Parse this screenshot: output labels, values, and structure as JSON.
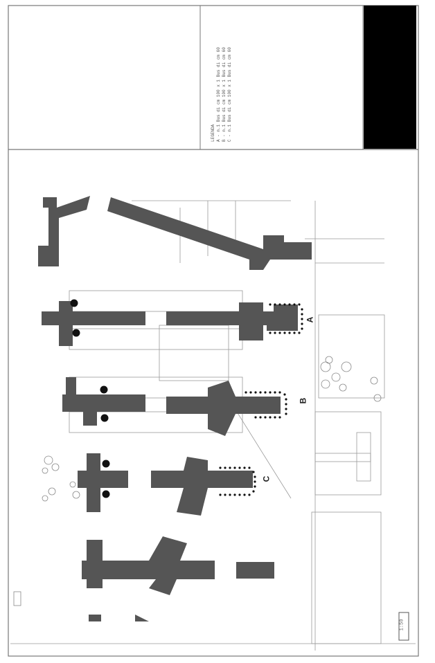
{
  "plan": {
    "labels": {
      "a": "A",
      "b": "B",
      "c": "C"
    },
    "legend": {
      "heading": "LEGENDA",
      "rows": [
        "A - n.1 Bus di cm 100 x 1 Bus di cm 60",
        "B - n.1 Bus di cm 100 x 1 Bus di cm 60",
        "C - n.1 Bus di cm 100 x 1 Bus di cm 60"
      ]
    },
    "corner_tag": "1:50",
    "colors": {
      "ink": "#555555",
      "dark": "#111111",
      "line": "#8a8a8a",
      "paper": "#ffffff",
      "block": "#000000"
    }
  }
}
